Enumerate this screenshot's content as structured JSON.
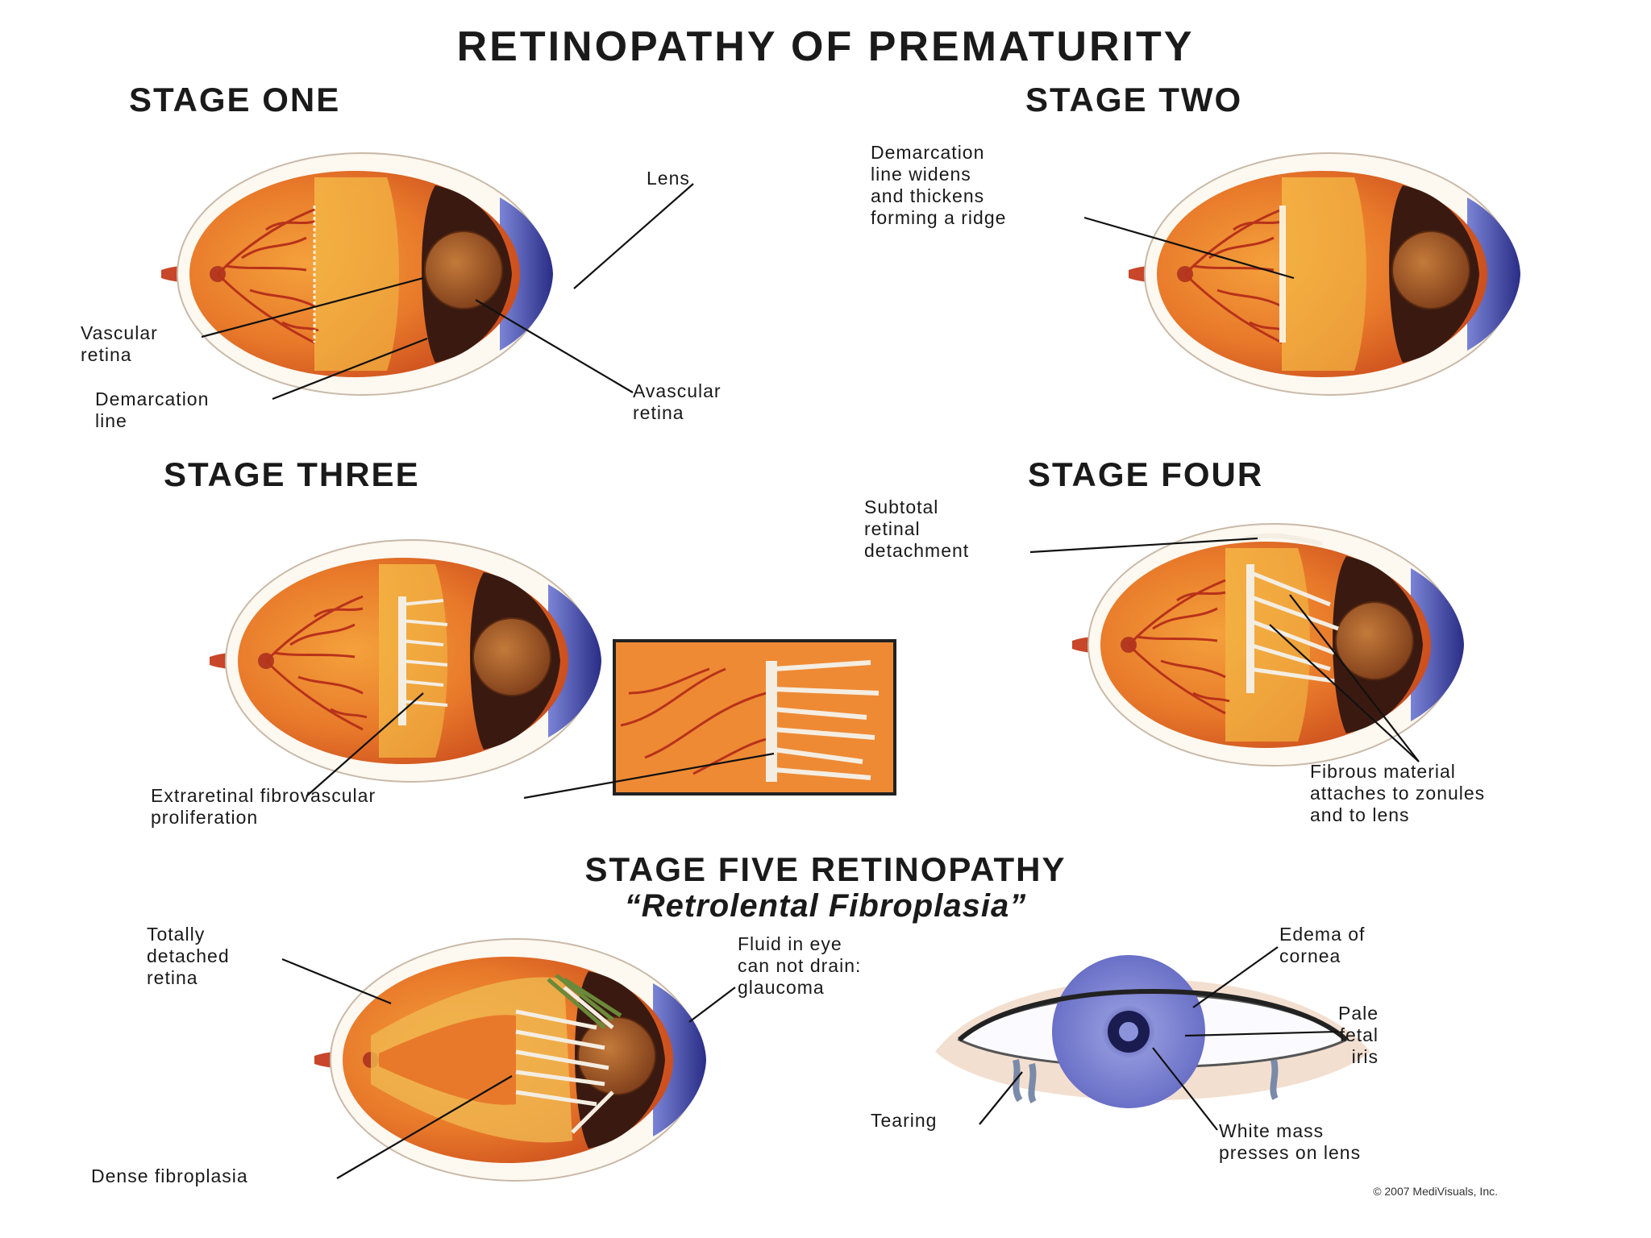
{
  "title": "RETINOPATHY OF PREMATURITY",
  "stages": {
    "one": "STAGE ONE",
    "two": "STAGE TWO",
    "three": "STAGE THREE",
    "four": "STAGE FOUR",
    "five": "STAGE FIVE RETINOPATHY",
    "five_subtitle": "“Retrolental Fibroplasia”"
  },
  "labels": {
    "lens": "Lens",
    "vascular_retina": "Vascular\nretina",
    "demarcation_line": "Demarcation\nline",
    "avascular_retina": "Avascular\nretina",
    "ridge": "Demarcation\nline widens\nand thickens\nforming a ridge",
    "extraretinal": "Extraretinal fibrovascular\nproliferation",
    "subtotal": "Subtotal\nretinal\ndetachment",
    "fibrous": "Fibrous material\nattaches to zonules\nand to lens",
    "totally_detached": "Totally\ndetached\nretina",
    "fluid": "Fluid in eye\ncan not drain:\nglaucoma",
    "dense": "Dense fibroplasia",
    "edema": "Edema of\ncornea",
    "pale_iris": "Pale\nfetal\niris",
    "tearing": "Tearing",
    "white_mass": "White mass\npresses on lens"
  },
  "copyright": "© 2007 MediVisuals, Inc.",
  "colors": {
    "retina": "#e8792a",
    "retina_light": "#f6c04a",
    "vessel": "#b8321a",
    "sclera": "#fdf8f0",
    "cornea": "#4b4fb0",
    "lens": "#9a5220",
    "choroid_dark": "#3a1a10",
    "fibrous": "#f4ede2"
  }
}
